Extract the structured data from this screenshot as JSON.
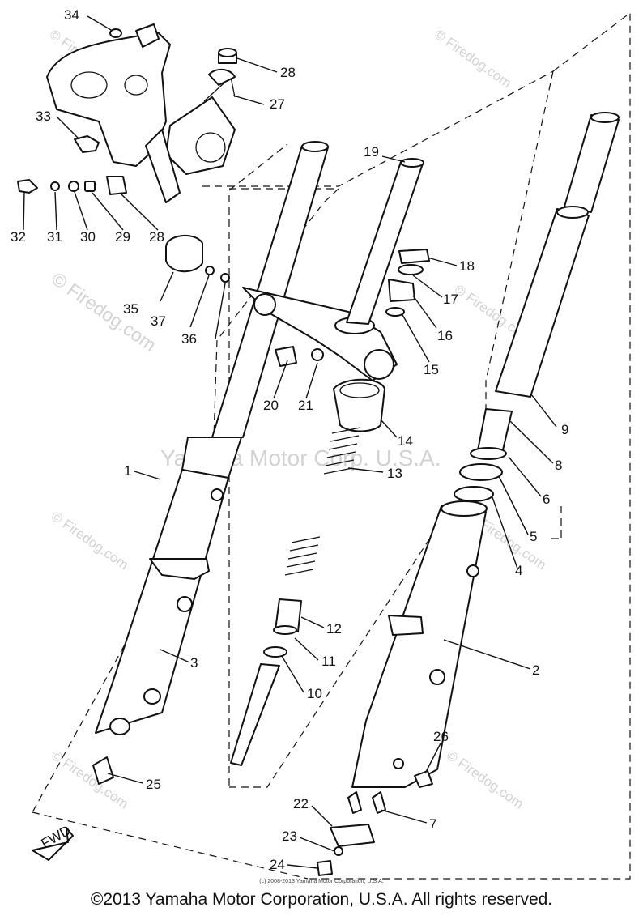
{
  "callouts": [
    {
      "id": "1",
      "label": "1"
    },
    {
      "id": "2",
      "label": "2"
    },
    {
      "id": "3",
      "label": "3"
    },
    {
      "id": "4",
      "label": "4"
    },
    {
      "id": "5",
      "label": "5"
    },
    {
      "id": "6",
      "label": "6"
    },
    {
      "id": "7",
      "label": "7"
    },
    {
      "id": "8",
      "label": "8"
    },
    {
      "id": "9",
      "label": "9"
    },
    {
      "id": "10",
      "label": "10"
    },
    {
      "id": "11",
      "label": "11"
    },
    {
      "id": "12",
      "label": "12"
    },
    {
      "id": "13",
      "label": "13"
    },
    {
      "id": "14",
      "label": "14"
    },
    {
      "id": "15",
      "label": "15"
    },
    {
      "id": "16",
      "label": "16"
    },
    {
      "id": "17",
      "label": "17"
    },
    {
      "id": "18",
      "label": "18"
    },
    {
      "id": "19",
      "label": "19"
    },
    {
      "id": "20",
      "label": "20"
    },
    {
      "id": "21",
      "label": "21"
    },
    {
      "id": "22",
      "label": "22"
    },
    {
      "id": "23",
      "label": "23"
    },
    {
      "id": "24",
      "label": "24"
    },
    {
      "id": "25",
      "label": "25"
    },
    {
      "id": "26",
      "label": "26"
    },
    {
      "id": "27",
      "label": "27"
    },
    {
      "id": "28a",
      "label": "28"
    },
    {
      "id": "28b",
      "label": "28"
    },
    {
      "id": "29",
      "label": "29"
    },
    {
      "id": "30",
      "label": "30"
    },
    {
      "id": "31",
      "label": "31"
    },
    {
      "id": "32",
      "label": "32"
    },
    {
      "id": "33",
      "label": "33"
    },
    {
      "id": "34",
      "label": "34"
    },
    {
      "id": "35",
      "label": "35"
    },
    {
      "id": "36",
      "label": "36"
    },
    {
      "id": "37",
      "label": "37"
    }
  ],
  "fwd_badge": "FWD",
  "watermarks": {
    "firedog": "© Firedog.com",
    "firedog_large": "© Firedog.com",
    "yamaha": "Yamaha Motor Corp. U.S.A."
  },
  "small_credit": "(c) 2008-2013 Yamaha Motor Corporation, U.S.A.",
  "copyright": "©2013 Yamaha Motor Corporation, U.S.A. All rights reserved."
}
